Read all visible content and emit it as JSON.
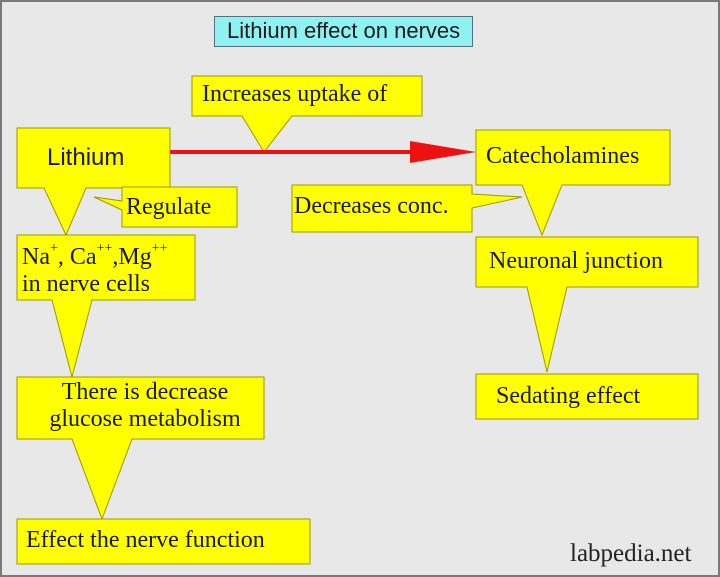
{
  "diagram": {
    "title": "Lithium effect on nerves",
    "boxes": {
      "increases_uptake": "Increases uptake of",
      "lithium": "Lithium",
      "catecholamines": "Catecholamines",
      "regulate": "Regulate",
      "decreases_conc": "Decreases conc.",
      "ions_na": "Na",
      "ions_na_sup": "+",
      "ions_ca": ", Ca",
      "ions_ca_sup": "++",
      "ions_mg": ",Mg",
      "ions_mg_sup": "++",
      "ions_line2": "in nerve cells",
      "neuronal_junction": "Neuronal junction",
      "glucose_line1": "There is decrease",
      "glucose_line2": "glucose metabolism",
      "sedating_effect": "Sedating effect",
      "nerve_function": "Effect the nerve function"
    },
    "watermark": "labpedia.net",
    "colors": {
      "callout_fill": "#ffff00",
      "title_fill": "#8ff2f2",
      "arrow": "#ee1111",
      "background": "#e8e8e8"
    }
  }
}
